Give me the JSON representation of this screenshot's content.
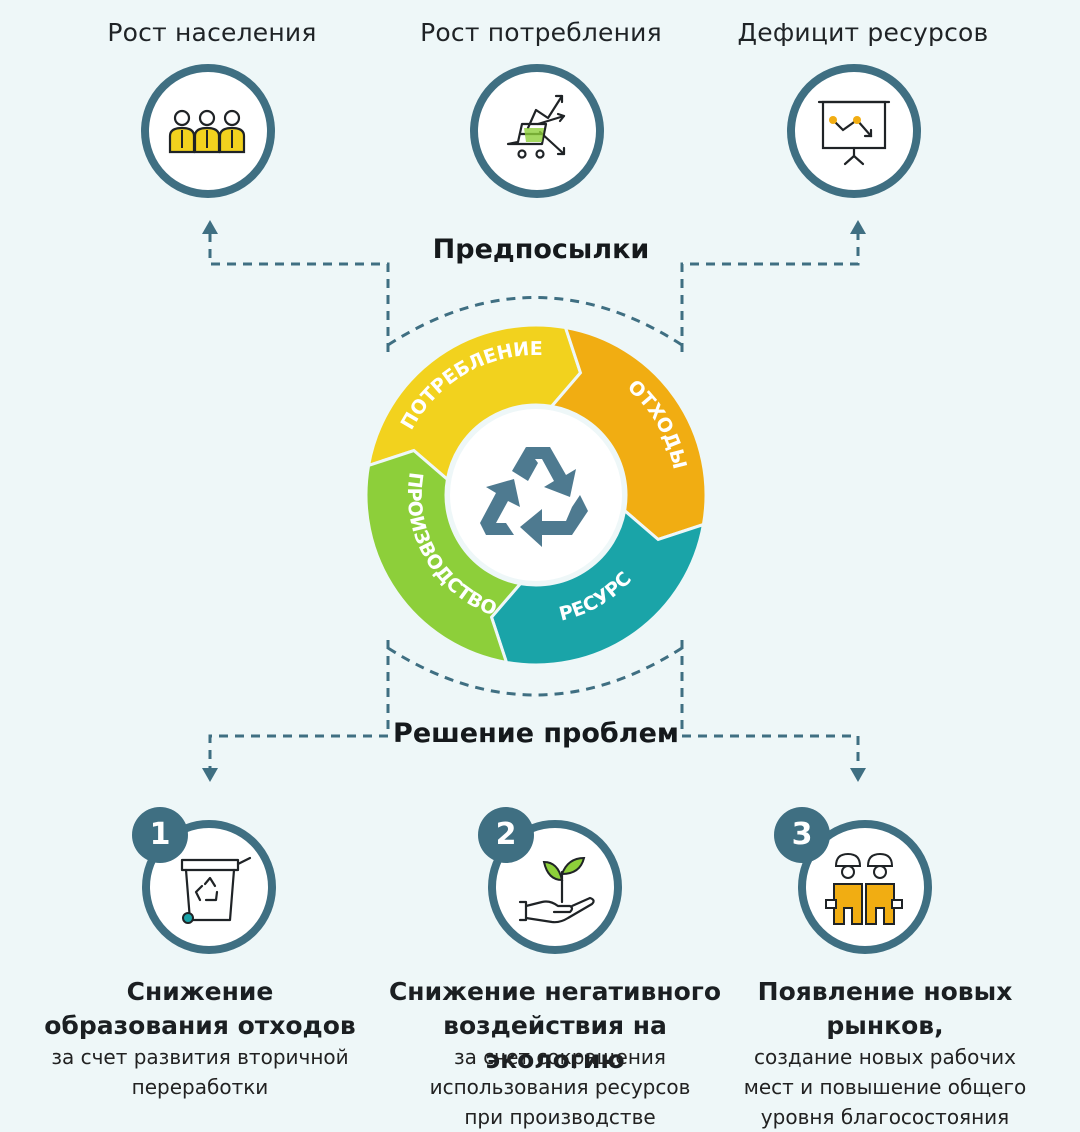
{
  "premises": {
    "title": "Предпосылки",
    "items": [
      {
        "label": "Рост населения",
        "icon": "people-group-icon"
      },
      {
        "label": "Рост потребления",
        "icon": "shopping-cart-growth-icon"
      },
      {
        "label": "Дефицит ресурсов",
        "icon": "presentation-chart-decline-icon"
      }
    ]
  },
  "cycle": {
    "center_icon": "recycle-icon",
    "segments": [
      {
        "label": "ПОТРЕБЛЕНИЕ",
        "color": "#f2d21e"
      },
      {
        "label": "ОТХОДЫ",
        "color": "#f1ad12"
      },
      {
        "label": "РЕСУРС",
        "color": "#1aa4a8"
      },
      {
        "label": "ПРОИЗВОДСТВО",
        "color": "#8dcf3a"
      }
    ]
  },
  "solutions": {
    "title": "Решение проблем",
    "items": [
      {
        "number": "1",
        "icon": "recycling-bin-icon",
        "title_lines": [
          "Снижение",
          "образования отходов"
        ],
        "desc_lines": [
          "за счет развития вторичной",
          "переработки"
        ]
      },
      {
        "number": "2",
        "icon": "hand-sprout-icon",
        "title_lines": [
          "Снижение негативного",
          "воздействия на экологию"
        ],
        "desc_lines": [
          "за счет сокращения",
          "использования ресурсов",
          "при производстве"
        ]
      },
      {
        "number": "3",
        "icon": "workers-icon",
        "title_lines": [
          "Появление новых",
          "рынков,"
        ],
        "desc_lines": [
          "создание новых рабочих",
          "мест и повышение общего",
          "уровня благосостояния"
        ]
      }
    ]
  },
  "colors": {
    "ring": "#3f6f82",
    "dashed": "#3f6f82",
    "recycle": "#4e7a90",
    "accent_yellow": "#f2d21e",
    "accent_orange": "#f1ad12"
  }
}
